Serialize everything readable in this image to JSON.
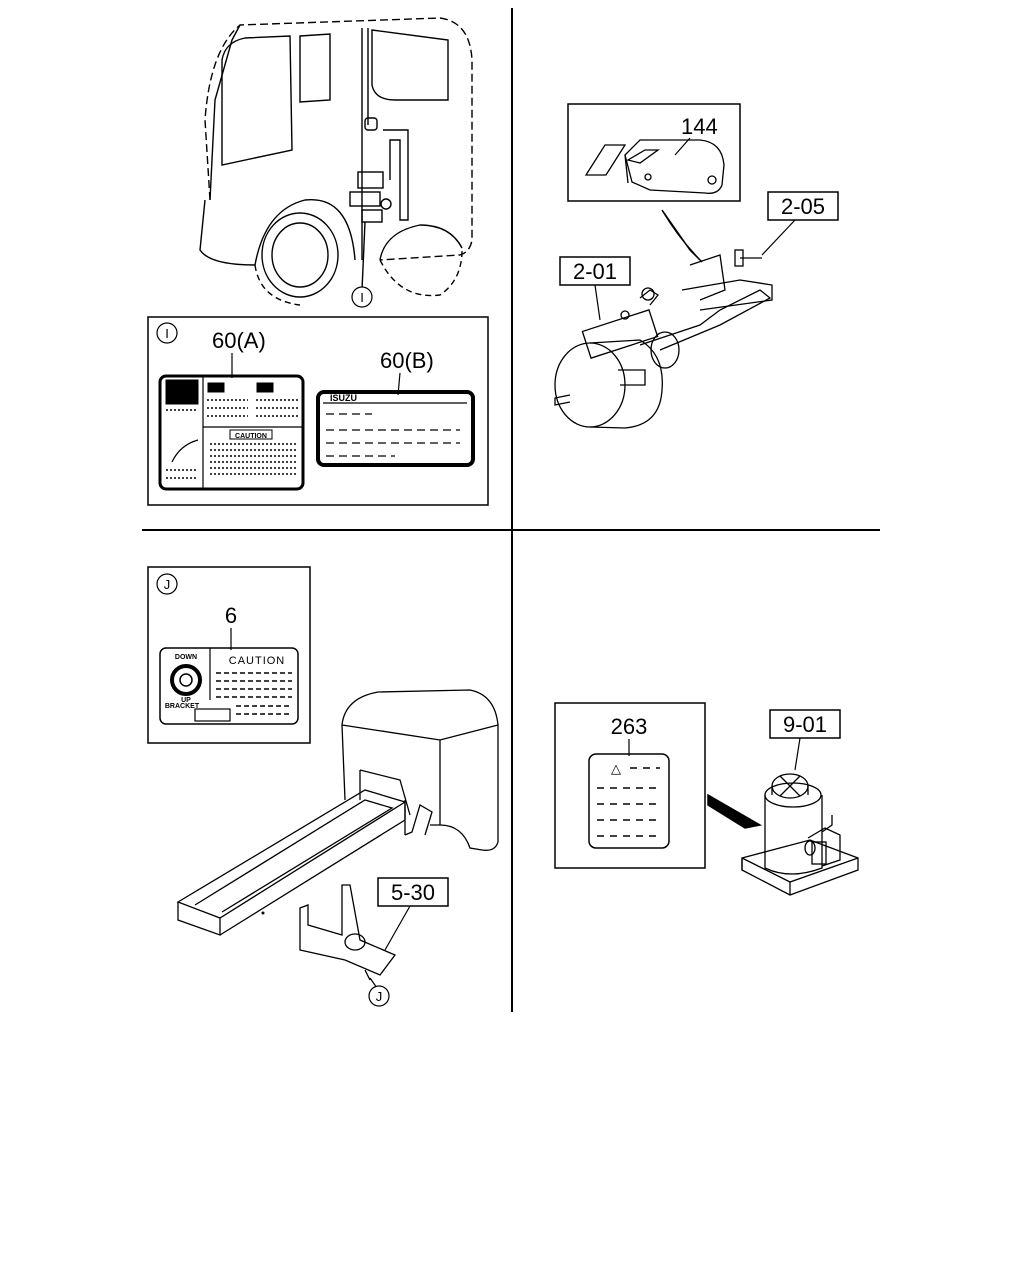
{
  "callouts": {
    "c144": "144",
    "c205": "2-05",
    "c201": "2-01",
    "c60a": "60(A)",
    "c60b": "60(B)",
    "c6": "6",
    "c530": "5-30",
    "c263": "263",
    "c901": "9-01"
  },
  "refs": {
    "i_top": "I",
    "i_box": "I",
    "j_box": "J",
    "j_bottom": "J"
  },
  "labels": {
    "isuzu": "ISUZU",
    "caution_a": "CAUTION",
    "caution_6": "CAUTION",
    "down": "DOWN",
    "up": "UP",
    "bracket": "BRACKET",
    "triangle": "△"
  }
}
